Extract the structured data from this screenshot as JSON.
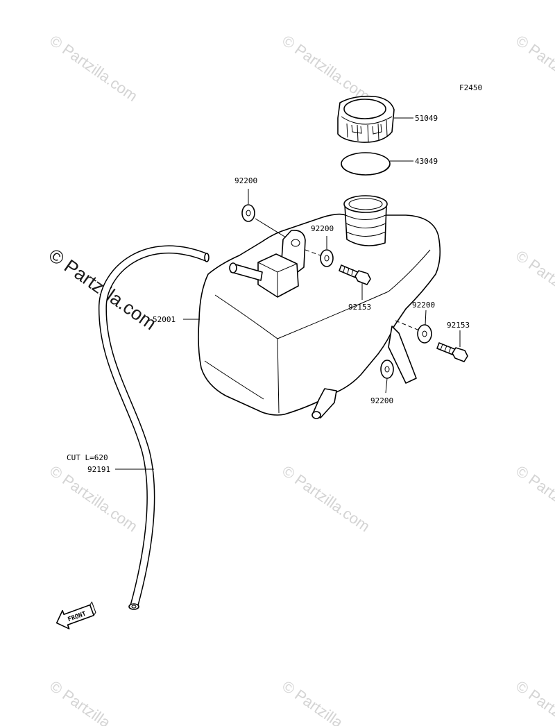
{
  "figure_code": "F2450",
  "watermark": {
    "text": "© Partzilla.com"
  },
  "callouts": {
    "cap": "51049",
    "gasket": "43049",
    "washer_top_left": "92200",
    "washer_mid": "92200",
    "bolt_mid": "92153",
    "tank": "52001",
    "washer_right": "92200",
    "bolt_right": "92153",
    "washer_bottom": "92200",
    "hose_note": "CUT L=620",
    "hose": "92191"
  },
  "front_arrow": {
    "label": "FRONT"
  }
}
